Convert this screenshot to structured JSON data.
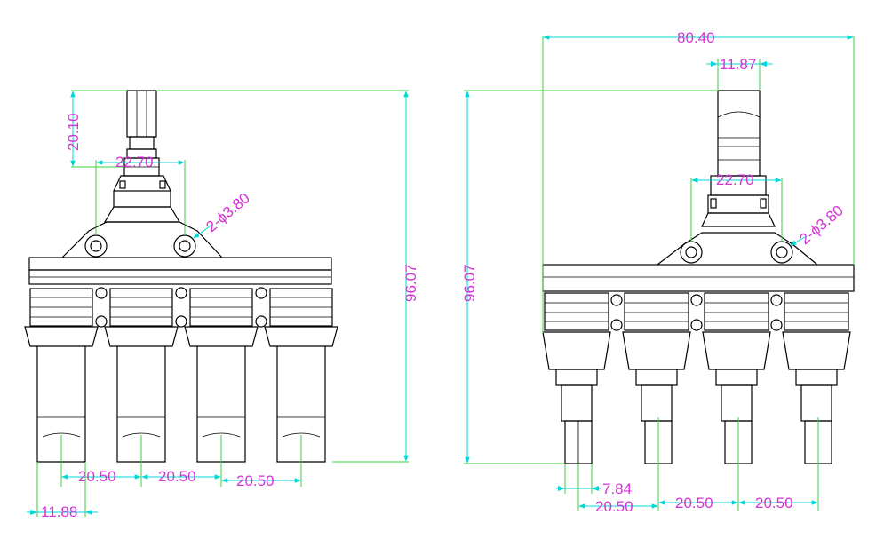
{
  "colors": {
    "outline": "#000000",
    "dimension_line": "#00d8d8",
    "extension_line": "#3ccf3c",
    "dimension_text": "#d633d6",
    "background": "#ffffff"
  },
  "front_view": {
    "top_height": "20.10",
    "hole_spacing": "22.70",
    "hole_note": "2-ϕ3.80",
    "overall_height": "96.07",
    "pitch_1": "20.50",
    "pitch_2": "20.50",
    "pitch_3": "20.50",
    "socket_width": "11.88"
  },
  "side_view": {
    "overall_width": "80.40",
    "stem_width": "11.87",
    "hole_spacing": "22.70",
    "hole_note": "2-ϕ3.80",
    "overall_height": "96.07",
    "pin_width": "7.84",
    "pitch_1": "20.50",
    "pitch_2": "20.50",
    "pitch_3": "20.50"
  }
}
